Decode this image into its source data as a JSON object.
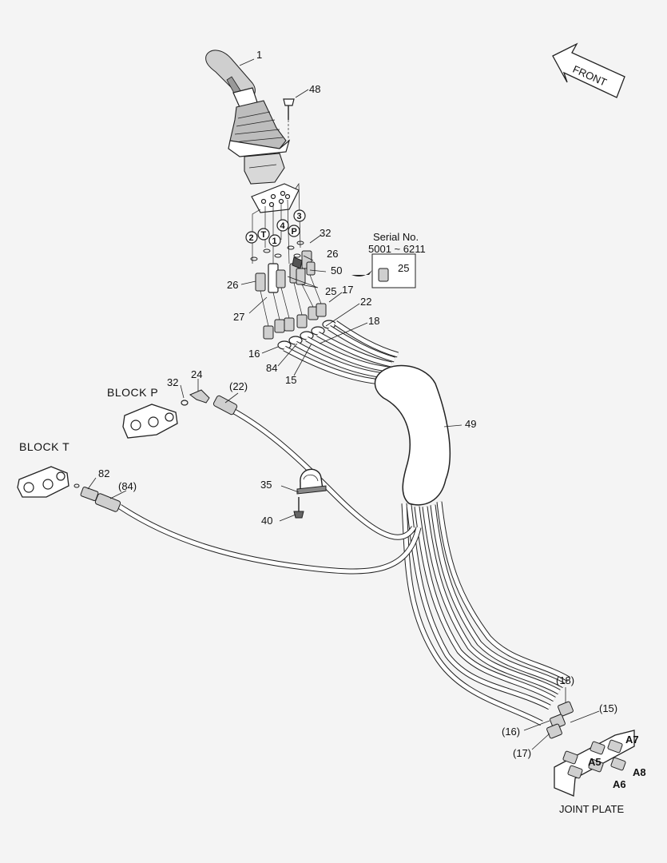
{
  "labels": {
    "p1": "1",
    "p48": "48",
    "p32a": "32",
    "p26a": "26",
    "p50": "50",
    "p26b": "26",
    "p27": "27",
    "p25a": "25",
    "p17": "17",
    "p22": "22",
    "p18": "18",
    "p16": "16",
    "p84": "84",
    "p15": "15",
    "p49": "49",
    "p32b": "32",
    "p24": "24",
    "p22b": "(22)",
    "p82": "82",
    "p84b": "(84)",
    "p35": "35",
    "p40": "40",
    "p18b": "(18)",
    "p15b": "(15)",
    "p16b": "(16)",
    "p17b": "(17)",
    "p25b": "25"
  },
  "port_markers": {
    "c2": "2",
    "cT": "T",
    "c1": "1",
    "c4": "4",
    "cP": "P",
    "c3": "3"
  },
  "blocks": {
    "block_p": "BLOCK  P",
    "block_t": "BLOCK  T",
    "joint_plate": "JOINT PLATE"
  },
  "ports": {
    "a7": "A7",
    "a5": "A5",
    "a8": "A8",
    "a6": "A6"
  },
  "serial": {
    "line1": "Serial No.",
    "line2": "5001 ~ 6211"
  },
  "front": "FRONT"
}
